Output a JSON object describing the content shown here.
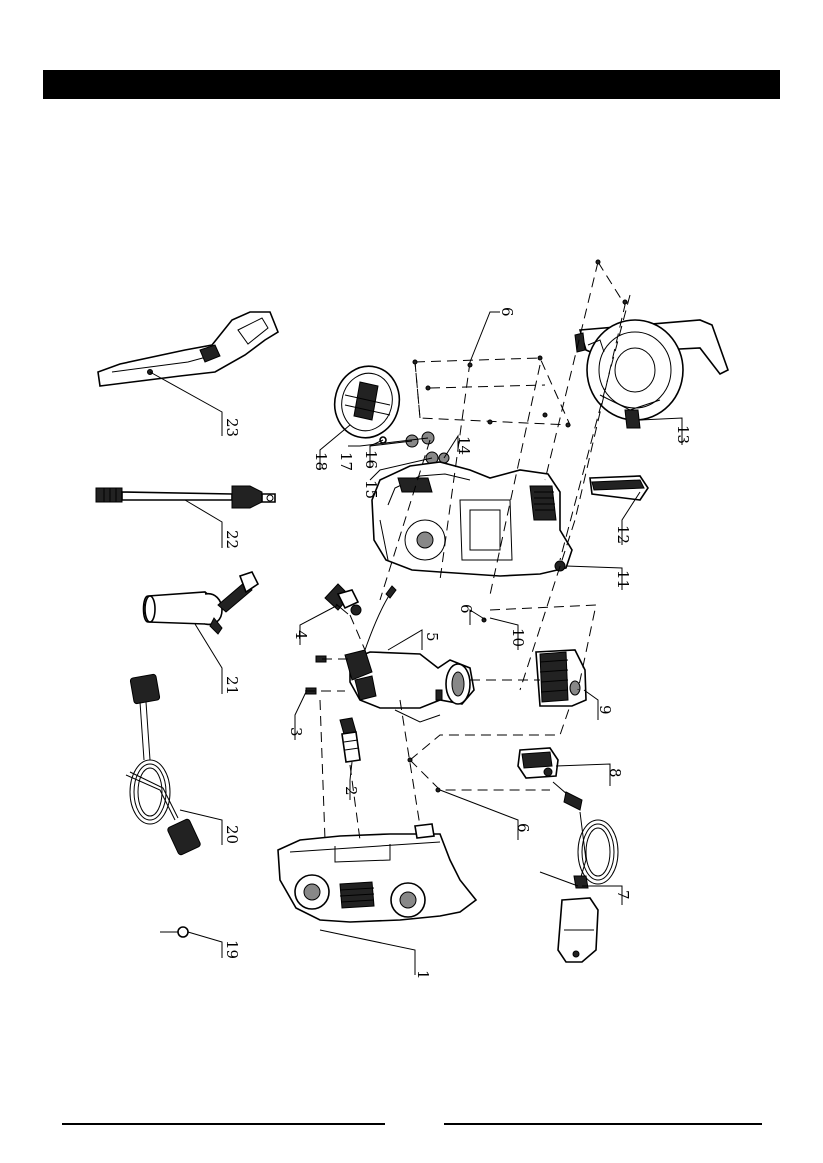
{
  "callouts": [
    {
      "id": "c1",
      "text": "1"
    },
    {
      "id": "c2",
      "text": "2"
    },
    {
      "id": "c3",
      "text": "3"
    },
    {
      "id": "c4",
      "text": "4"
    },
    {
      "id": "c5",
      "text": "5"
    },
    {
      "id": "c6a",
      "text": "6"
    },
    {
      "id": "c6b",
      "text": "6"
    },
    {
      "id": "c6c",
      "text": "6"
    },
    {
      "id": "c7",
      "text": "7"
    },
    {
      "id": "c8",
      "text": "8"
    },
    {
      "id": "c9",
      "text": "9"
    },
    {
      "id": "c10",
      "text": "10"
    },
    {
      "id": "c11",
      "text": "11"
    },
    {
      "id": "c12",
      "text": "12"
    },
    {
      "id": "c13",
      "text": "13"
    },
    {
      "id": "c14",
      "text": "14"
    },
    {
      "id": "c15",
      "text": "15"
    },
    {
      "id": "c16",
      "text": "16"
    },
    {
      "id": "c17",
      "text": "17"
    },
    {
      "id": "c18",
      "text": "18"
    },
    {
      "id": "c19",
      "text": "19"
    },
    {
      "id": "c20",
      "text": "20"
    },
    {
      "id": "c21",
      "text": "21"
    },
    {
      "id": "c22",
      "text": "22"
    },
    {
      "id": "c23",
      "text": "23"
    }
  ]
}
